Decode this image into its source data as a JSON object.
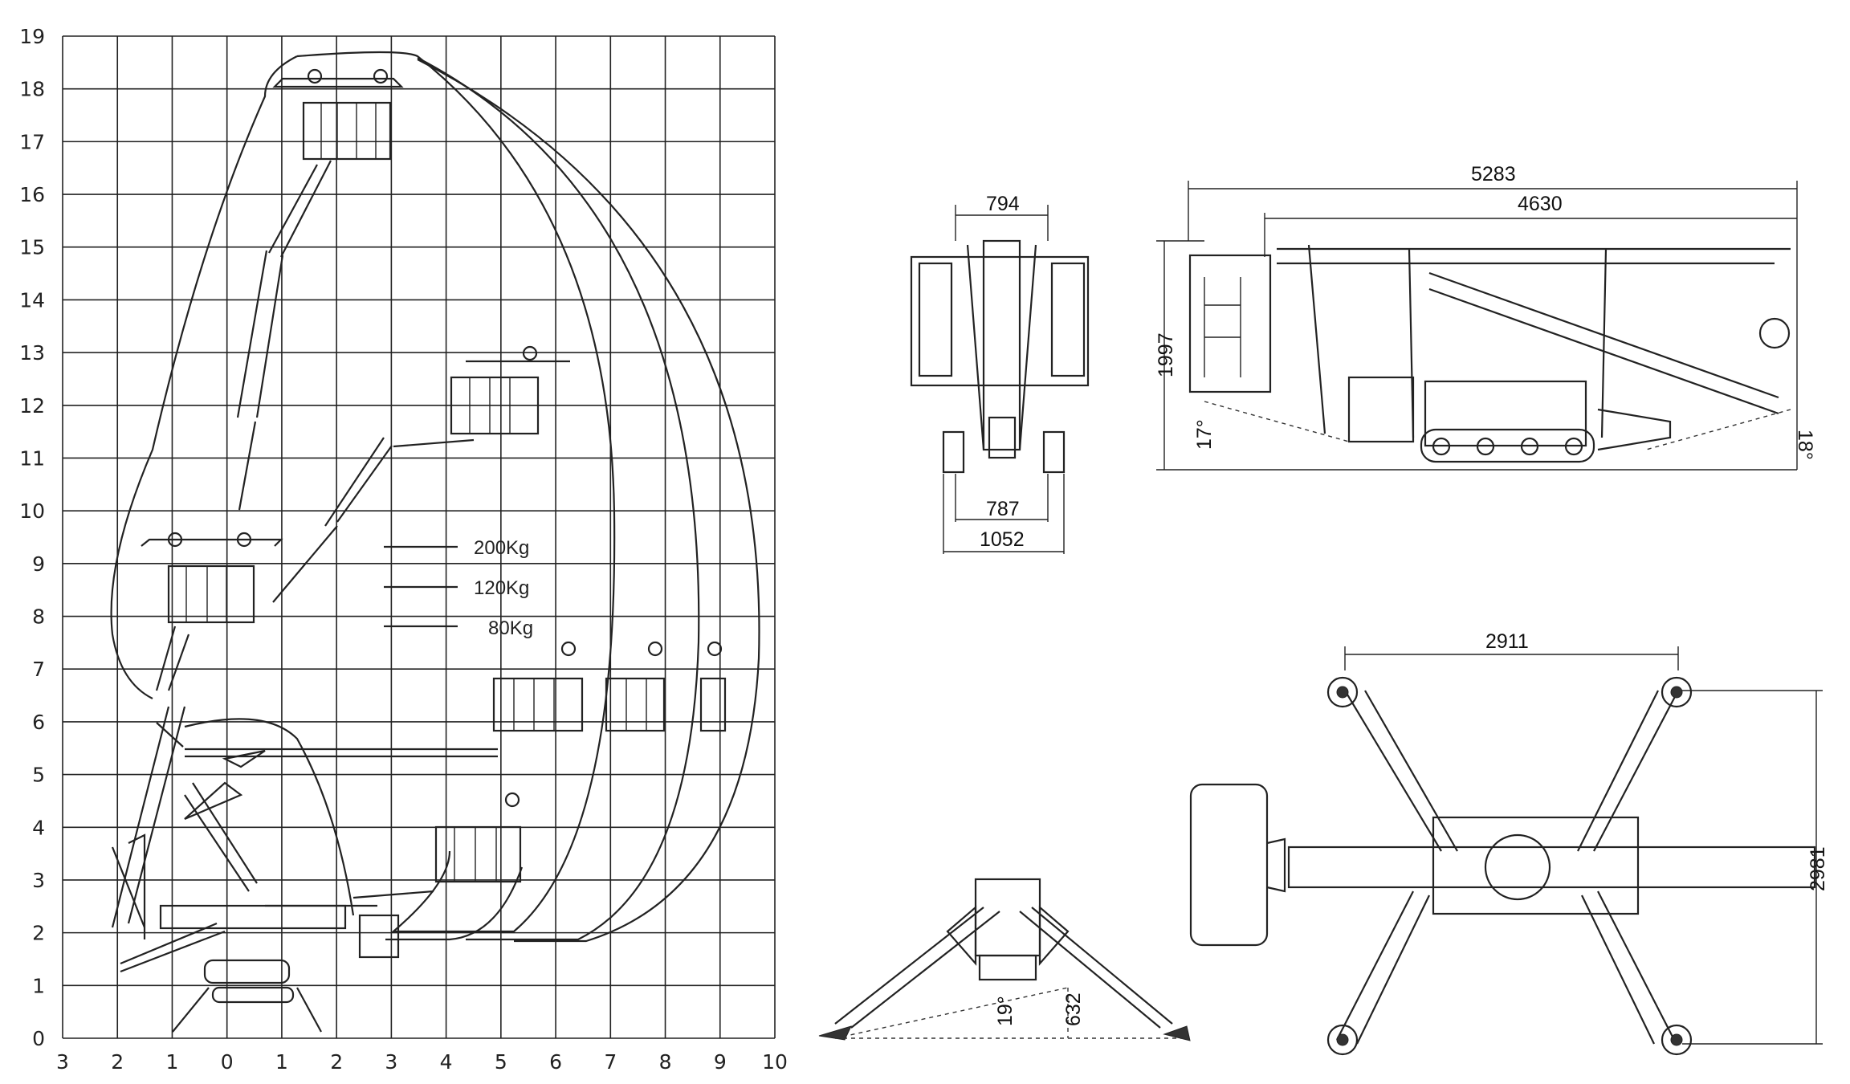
{
  "diagram": {
    "y_ticks": [
      "0",
      "1",
      "2",
      "3",
      "4",
      "5",
      "6",
      "7",
      "8",
      "9",
      "10",
      "11",
      "12",
      "13",
      "14",
      "15",
      "16",
      "17",
      "18",
      "19"
    ],
    "x_ticks": [
      "3",
      "2",
      "1",
      "0",
      "1",
      "2",
      "3",
      "4",
      "5",
      "6",
      "7",
      "8",
      "9",
      "10"
    ],
    "load_legend": [
      "200Kg",
      "120Kg",
      "80Kg"
    ]
  },
  "front_view": {
    "top_width": "794",
    "track_width": "787",
    "overall_width": "1052"
  },
  "side_view": {
    "overall_length": "5283",
    "transport_length": "4630",
    "height": "1997",
    "front_angle": "17°",
    "rear_angle": "18°"
  },
  "stabilizer_view": {
    "angle": "19°",
    "lift": "632"
  },
  "top_view": {
    "outrigger_span": "2911",
    "outrigger_depth": "2981"
  }
}
